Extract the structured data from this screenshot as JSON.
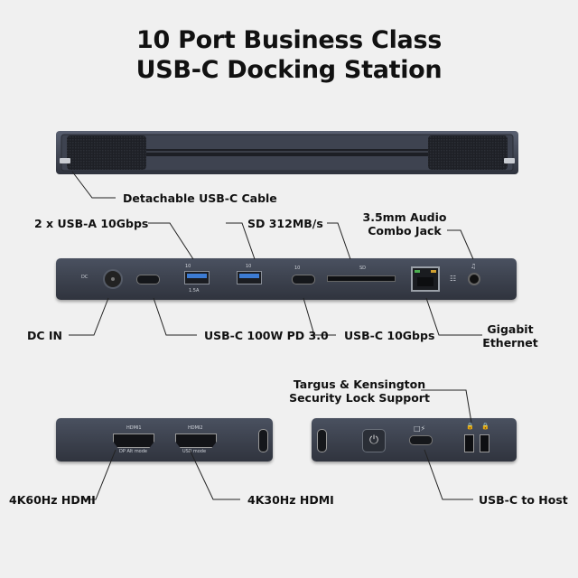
{
  "title": {
    "line1": "10 Port Business Class",
    "line2": "USB-C Docking Station"
  },
  "labels": {
    "cable": "Detachable USB-C Cable",
    "usba": "2 x USB-A 10Gbps",
    "sd": "SD 312MB/s",
    "audio_l1": "3.5mm Audio",
    "audio_l2": "Combo Jack",
    "dcin": "DC IN",
    "usbc_pd": "USB-C 100W PD 3.0",
    "usbc_10": "USB-C 10Gbps",
    "eth_l1": "Gigabit",
    "eth_l2": "Ethernet",
    "lock_l1": "Targus & Kensington",
    "lock_l2": "Security Lock Support",
    "hdmi_4k60": "4K60Hz HDMI",
    "hdmi_4k30": "4K30Hz HDMI",
    "usbc_host": "USB-C to Host"
  },
  "device_text": {
    "dc": "DC",
    "usba_speed1": "10",
    "usba_speed2": "10",
    "usba_sub": "1.5A",
    "usbc_speed": "10",
    "sd": "SD",
    "hdmi1": "HDMI1",
    "hdmi1_sub": "DP Alt mode",
    "hdmi2": "HDMI2",
    "hdmi2_sub": "USB mode"
  },
  "colors": {
    "background": "#f0f0f0",
    "device": "#3c414d",
    "ethernet_led": "#4caf50"
  }
}
